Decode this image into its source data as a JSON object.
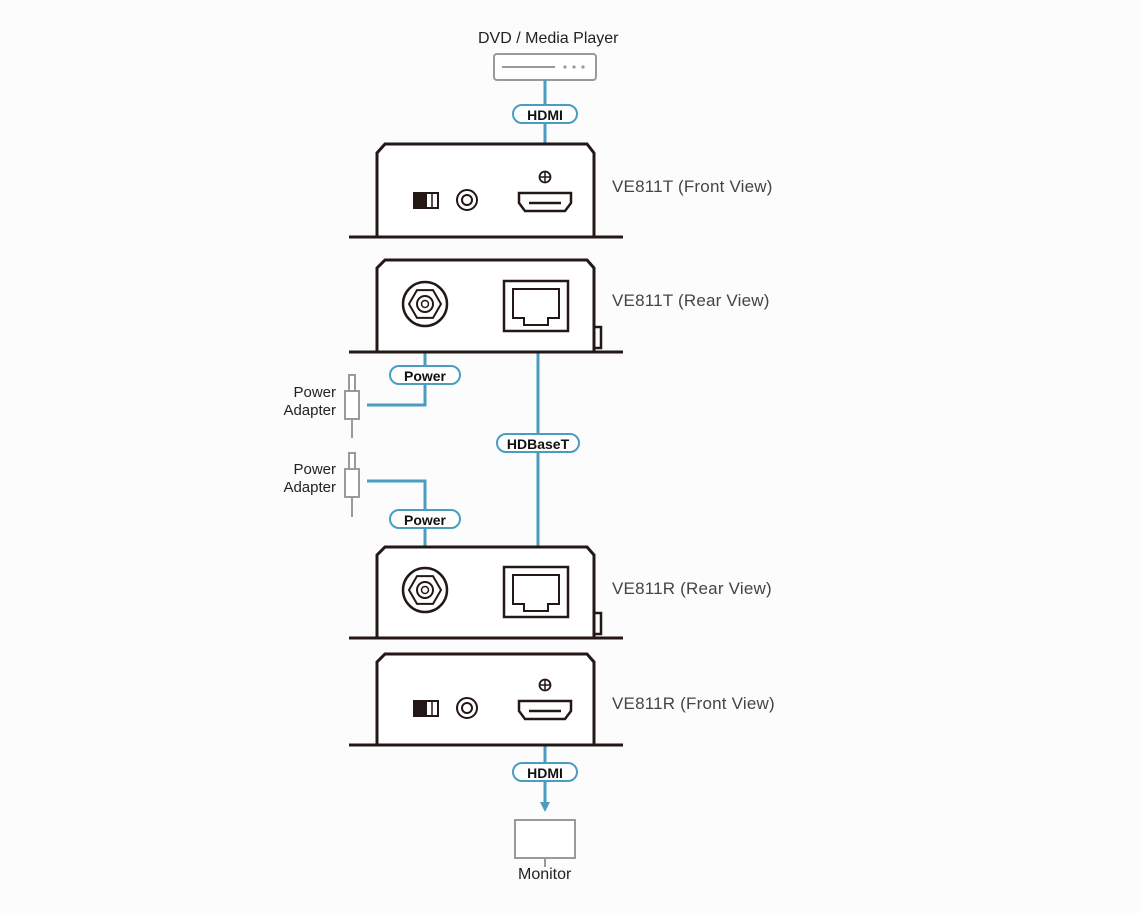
{
  "source_label": "DVD / Media Player",
  "sink_label": "Monitor",
  "units": {
    "tx_front": "VE811T (Front View)",
    "tx_rear": "VE811T (Rear View)",
    "rx_rear": "VE811R (Rear View)",
    "rx_front": "VE811R (Front View)"
  },
  "cables": {
    "hdmi_in": "HDMI",
    "power_tx": "Power",
    "hdbaset": "HDBaseT",
    "power_rx": "Power",
    "hdmi_out": "HDMI"
  },
  "adapters": [
    {
      "line1": "Power",
      "line2": "Adapter"
    },
    {
      "line1": "Power",
      "line2": "Adapter"
    }
  ],
  "colors": {
    "cable": "#4a9cc1",
    "device_outline": "#231815",
    "peripheral": "#9a9a9a"
  }
}
